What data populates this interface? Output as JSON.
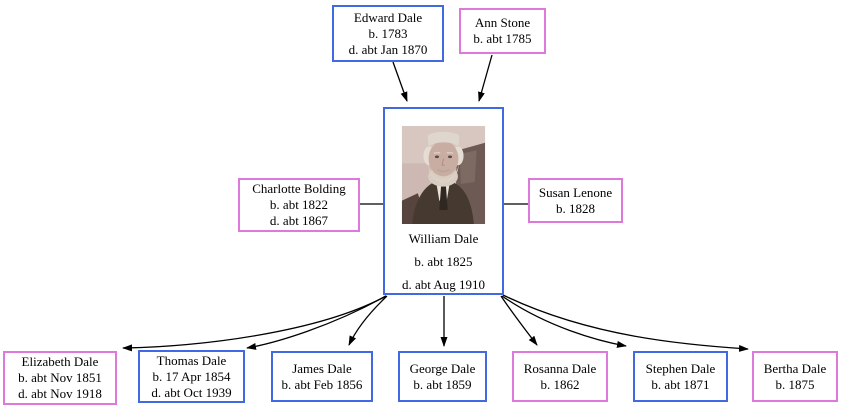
{
  "diagram": {
    "type": "family-tree",
    "colors": {
      "male_border": "#4169E1",
      "female_border": "#DE79DC",
      "edge": "#000000",
      "background": "#FFFFFF"
    },
    "people": [
      {
        "id": "edward-dale",
        "gender": "male",
        "role": "father",
        "lines": [
          "Edward Dale",
          "b. 1783",
          "d. abt Jan 1870"
        ]
      },
      {
        "id": "ann-stone",
        "gender": "female",
        "role": "mother",
        "lines": [
          "Ann Stone",
          "b. abt 1785"
        ]
      },
      {
        "id": "charlotte-bolding",
        "gender": "female",
        "role": "spouse",
        "lines": [
          "Charlotte Bolding",
          "b. abt 1822",
          "d. abt 1867"
        ]
      },
      {
        "id": "william-dale",
        "gender": "male",
        "role": "center",
        "has_photo": true,
        "lines": [
          "William Dale",
          "b. abt 1825",
          "d. abt Aug 1910"
        ]
      },
      {
        "id": "susan-lenone",
        "gender": "female",
        "role": "spouse",
        "lines": [
          "Susan Lenone",
          "b. 1828"
        ]
      },
      {
        "id": "elizabeth-dale",
        "gender": "female",
        "role": "child",
        "lines": [
          "Elizabeth Dale",
          "b. abt Nov 1851",
          "d. abt Nov 1918"
        ]
      },
      {
        "id": "thomas-dale",
        "gender": "male",
        "role": "child",
        "lines": [
          "Thomas Dale",
          "b. 17 Apr 1854",
          "d. abt Oct 1939"
        ]
      },
      {
        "id": "james-dale",
        "gender": "male",
        "role": "child",
        "lines": [
          "James Dale",
          "b. abt Feb 1856"
        ]
      },
      {
        "id": "george-dale",
        "gender": "male",
        "role": "child",
        "lines": [
          "George Dale",
          "b. abt 1859"
        ]
      },
      {
        "id": "rosanna-dale",
        "gender": "female",
        "role": "child",
        "lines": [
          "Rosanna Dale",
          "b. 1862"
        ]
      },
      {
        "id": "stephen-dale",
        "gender": "male",
        "role": "child",
        "lines": [
          "Stephen Dale",
          "b. abt 1871"
        ]
      },
      {
        "id": "bertha-dale",
        "gender": "female",
        "role": "child",
        "lines": [
          "Bertha Dale",
          "b. 1875"
        ]
      }
    ]
  }
}
